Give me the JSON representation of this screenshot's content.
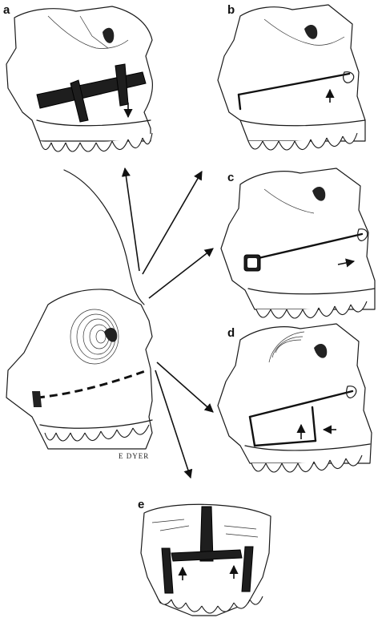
{
  "figure": {
    "panels": [
      {
        "id": "a",
        "label": "a"
      },
      {
        "id": "b",
        "label": "b"
      },
      {
        "id": "c",
        "label": "c"
      },
      {
        "id": "d",
        "label": "d"
      },
      {
        "id": "e",
        "label": "e"
      }
    ],
    "signature": "E DYER"
  }
}
